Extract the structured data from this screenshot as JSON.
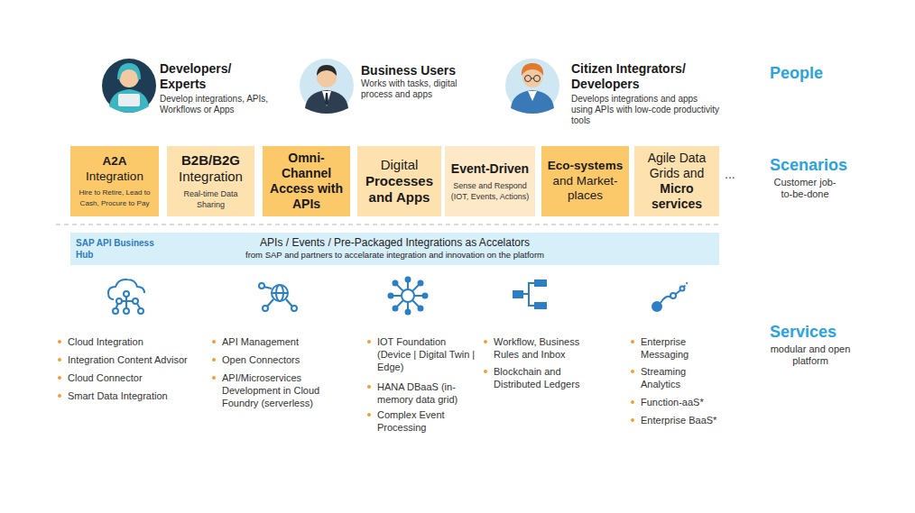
{
  "diagram": {
    "nodes": [
      {
        "text": [
          "A2A",
          "Integration",
          "Hire to Retire, Lead to Cash, Procure to Pay"
        ]
      },
      {
        "text": [
          "B2B/B2G",
          "Integration",
          "Real-time Data Sharing"
        ]
      },
      {
        "text": [
          "Omni-Channel",
          "Access with APIs"
        ]
      },
      {
        "text": [
          "Digital",
          "Processes and Apps"
        ]
      },
      {
        "text": [
          "Event-Driven",
          "Sense and Respond (IOT, Events, Actions)"
        ]
      },
      {
        "text": [
          "Eco-systems",
          "and Market-places"
        ]
      },
      {
        "text": [
          "Agile Data Grids and",
          "Micro services"
        ]
      },
      {
        "text": [
          "SAP API Business Hub",
          "APIs / Events / Pre-Packaged Integrations as Accelators",
          "from SAP and partners to accelarate integration and innovation on the platform"
        ]
      }
    ],
    "edges": [],
    "labels": [
      "Developers/ Experts",
      "Develop integrations, APIs, Workflows or Apps",
      "Business Users",
      "Works with tasks, digital process and apps",
      "Citizen Integrators/ Developers",
      "Develops integrations and apps using APIs with low-code productivity tools",
      "People",
      "...",
      "Scenarios",
      "Customer job-to-be-done",
      "Cloud Integration",
      "Integration Content Advisor",
      "Cloud Connector",
      "Smart Data Integration",
      "API Management",
      "Open Connectors",
      "API/Microservices Development in Cloud Foundry (serverless)",
      "IOT Foundation (Device | Digital Twin | Edge)",
      "HANA DBaaS (in-memory data grid)",
      "Complex Event Processing",
      "Workflow, Business Rules and Inbox",
      "Blockchain and Distributed Ledgers",
      "Enterprise Messaging",
      "Streaming Analytics",
      "Function-aaS*",
      "Enterprise BaaS*",
      "Services",
      "modular and open platform"
    ]
  }
}
